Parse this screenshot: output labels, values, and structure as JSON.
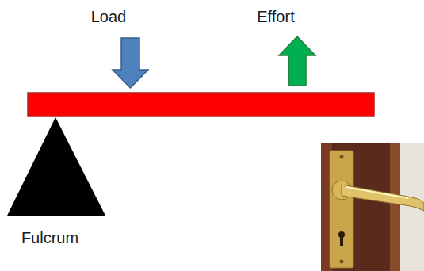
{
  "diagram": {
    "labels": [
      "Load",
      "Effort",
      "Fulcrum"
    ]
  }
}
